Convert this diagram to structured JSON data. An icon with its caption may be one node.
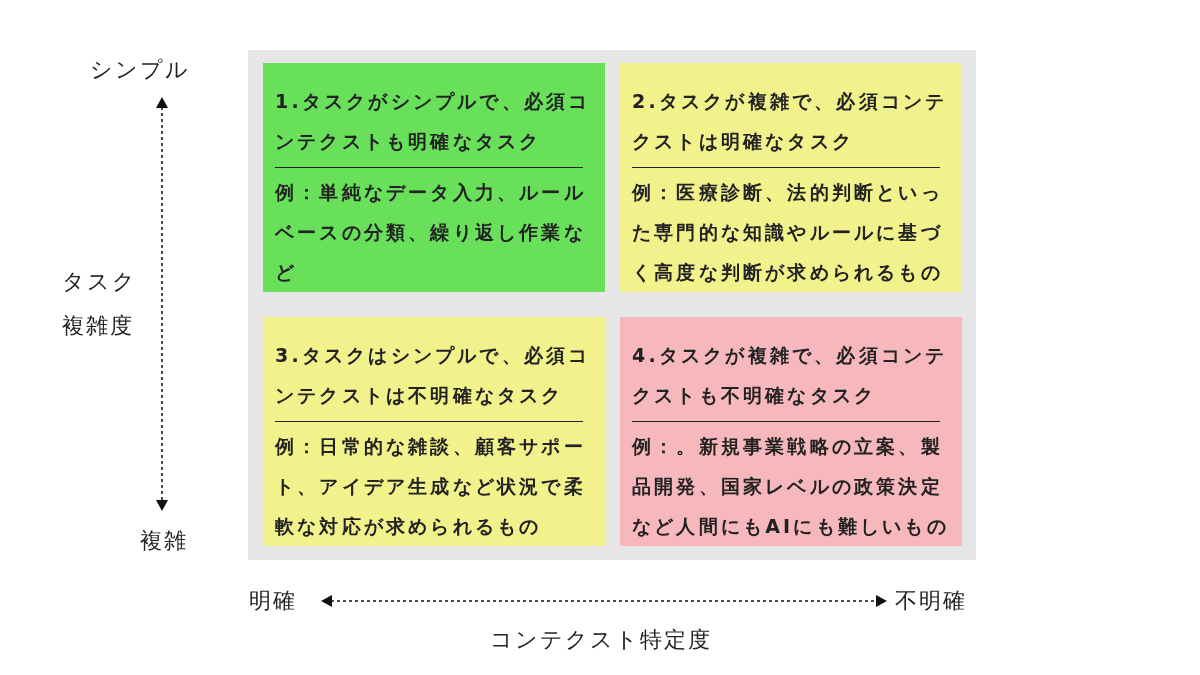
{
  "diagram": {
    "nodes": [
      {
        "text": [
          "1.タスクがシンプルで、必須コンテクストも明確なタスク",
          "例：単純なデータ入力、ルールベースの分類、繰り返し作業など"
        ]
      },
      {
        "text": [
          "2.タスクが複雑で、必須コンテクストは明確なタスク",
          "例：医療診断、法的判断といった専門的な知識やルールに基づく高度な判断が求められるもの"
        ]
      },
      {
        "text": [
          "3.タスクはシンプルで、必須コンテクストは不明確なタスク",
          "例：日常的な雑談、顧客サポート、アイデア生成など状況で柔軟な対応が求められるもの"
        ]
      },
      {
        "text": [
          "4.タスクが複雑で、必須コンテクストも不明確なタスク",
          "例：。新規事業戦略の立案、製品開発、国家レベルの政策決定など人間にもAIにも難しいもの"
        ]
      }
    ],
    "labels": [
      "シンプル",
      "タスク複雑度",
      "複雑",
      "明確",
      "不明確",
      "コンテクスト特定度"
    ]
  }
}
